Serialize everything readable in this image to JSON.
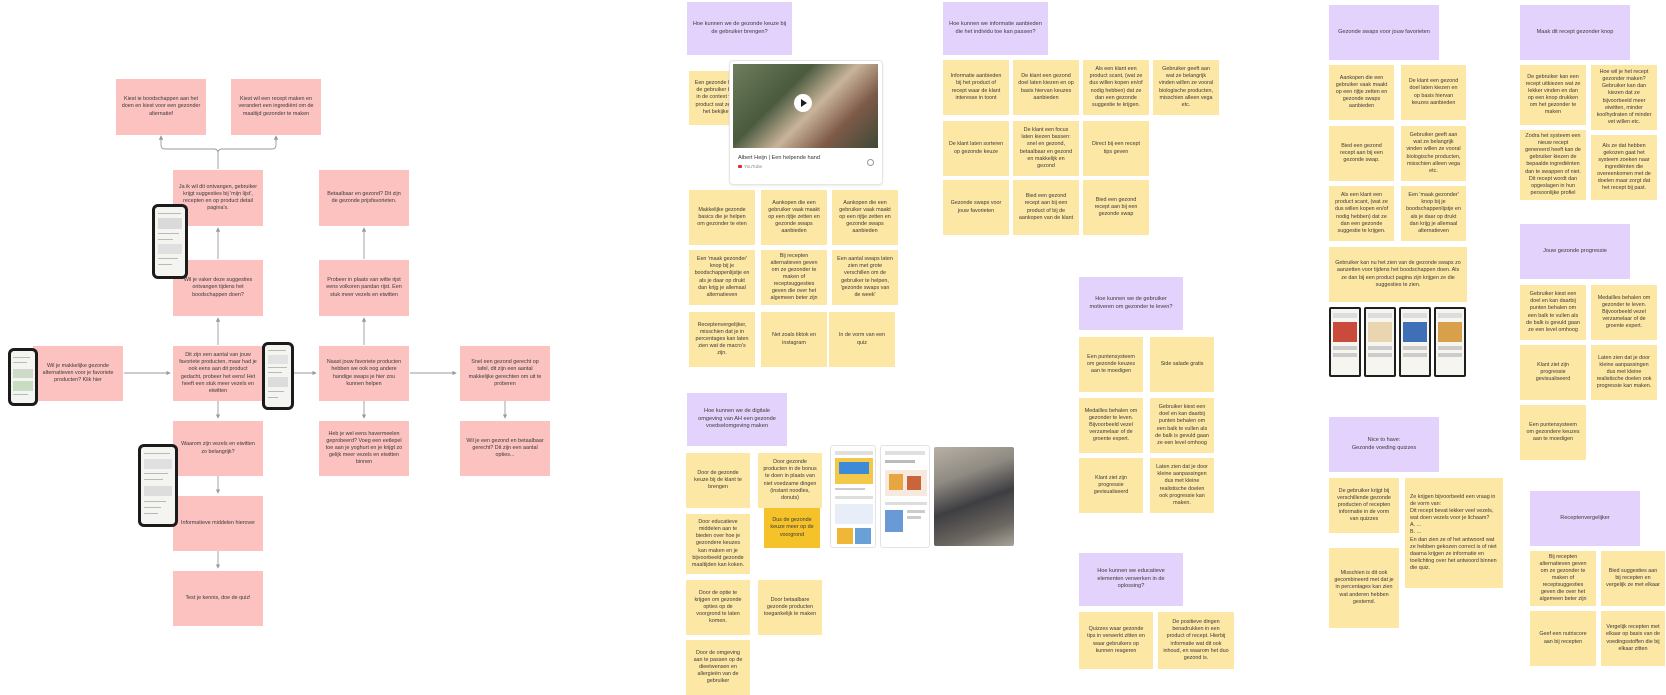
{
  "colors": {
    "pink": "#fbc2c0",
    "yellow": "#fde7a4",
    "purple": "#e3d2fb",
    "gold": "#f6c22a",
    "connector": "#9a9a9a"
  },
  "flow": {
    "top_left": "Kiest ie boodschappen aan het doen en kiest voor een gezonder alternatief",
    "top_right": "Kiest wil een recept maken en verandert een ingrediënt om de maaltijd gezonder te maken",
    "upper_mid": "Ja ik wil dit ontvangen, gebruiker krijgt suggesties bij 'mijn lijst', recepten en op product detail pagina's.",
    "mid_a": "Wil je vaker deze suggesties ontvangen tijdens het boodschappen doen?",
    "start": "Wil je makkelijke gezonde alternatieven voor je favoriete producten? Klik hier",
    "center": "Dit zijn een aantal van jouw favoriete producten, maar had je ook eens aan dit product gedacht, probeer het eens! Het heeft een stuk meer vezels en eiwitten",
    "why": "Waarom zijn vezels en eiwitten zo belangrijk?",
    "info": "Informatieve middelen hierover",
    "quiz": "Test je kennis, doe de quiz!",
    "right_top": "Betaalbaar en gezond? Dit zijn de gezonde prijsfavorieten.",
    "right_a": "Probeer in plaats van witte rijst eens volkoren pandan rijst. Een stuk meer vezels en eiwitten",
    "right_b": "Naast jouw favoriete producten hebben we ook nog andere handige swaps je hier zou kunnen helpen",
    "right_c": "Heb je wel eens havermeelen geprobeerd? Voeg een eetlepel toe aan je yoghurt en je krijgt zo gelijk meer vezels en eiwitten binnen",
    "far_right": "Snel een gezond gerecht op tafel, dit zijn een aantal makkelijke gerechten om uit te proberen",
    "far_right_b": "Wil je een gezond en betaalbaar gerecht? Dit zijn een aantal opties..."
  },
  "col1": {
    "header": "Hoe kunnen we de gezonde keuze bij de gebruiker brengen?",
    "intro": "Een gezonde keuze bij de gebruiker brengen in de context van een product wat ze nu aan het bekijken zijn",
    "video": {
      "title": "Albert Heijn | Een helpende hand",
      "source": "YouTube"
    },
    "notes": [
      "Makkelijke gezonde basics die je helpen om gezonder te eten",
      "Aankopen die een gebruiker vaak maakt op een rijtje zetten en gezonde swaps aanbieden",
      "Aankopen die een gebruiker vaak maakt op een rijtje zetten en gezonde swaps aanbieden",
      "Een 'maak gezonder' knop bij je boodschappenlijstje en als je daar op drukt dan krijg je allemaal alternatieven",
      "Bij recepten alternatieven geven om ze gezonder te maken of receptsuggesties geven die over het algemeen beter zijn",
      "Een aantal swaps laten zien met grote verschillen om de gebruiker te helpen, 'gezonde swaps van de week'",
      "Receptenvergelijker, misschien dat je in percentages kan laten zien wat de macro's zijn.",
      "Net zoals tiktok en instagram",
      "In de vorm van een quiz"
    ],
    "header2": "Hoe kunnen we de digitale omgeving van AH een gezonde voedselomgeving maken",
    "notes2": [
      "Door de gezonde keuze bij de klant te brengen",
      "Door gezonde producten in de bonus te doen in plaats van niet voedzame dingen (instant noodles, donuts)",
      "Door educatieve middelen aan te bieden over hoe je gezondere keuzes kan maken en je bijvoorbeeld gezonde maaltijden kan koken.",
      "Dus de gezonde keuze meer op de voorgrond",
      "Door de optie te krijgen om gezonde opties op de voorgrond te laten komen.",
      "Door betaalbare gezonde producten toegankelijk te maken",
      "Door de omgeving aan te passen op de dieetwensen en allergieën van de gebruiker"
    ]
  },
  "col2": {
    "header": "Hoe kunnen we informatie aanbieden die het individu toe kan passen?",
    "notes": [
      "Informatie aanbieden bij het product of recept waar de klant interesse in toont",
      "De klant een gezond doel laten kiezen en op basis hiervan keuzes aanbieden",
      "Als een klant een product scant, (wat ze dus willen kopen en/of nodig hebben) dat ze dan een gezonde suggestie te krijgen.",
      "Gebruiker geeft aan wat ze belangrijk vinden willen ze vooral biologische producten, misschien alleen vega etc.",
      "De klant laten sorteren op gezonde keuze",
      "De klant een focus laten kiezen bassen: snel en gezond, betaalbaar en gezond en makkelijk en gezond",
      "Direct bij een recept tips geven",
      "Gezonde swaps voor jouw favorieten",
      "Bied een gezond recept aan bij een product of bij de aankopen van de klant",
      "Bied een gezond recept aan bij een gezonde swap"
    ],
    "header2": "Hoe kunnen we de gebruiker motiveren om gezonder te leven?",
    "notes2": [
      "Een puntensysteem om gezonde keuzes aan te moedigen",
      "Side salade gratis",
      "Medailles behalen om gezonder te leven. Bijvoorbeeld vezel verzamelaar of de groente expert.",
      "Gebruiker kiest een doel en kan daarbij punten behalen om een balk te vullen als de balk is gevuld gaan ze een level omhoog",
      "Klant ziet zijn progressie gevisualiseerd",
      "Laten zien dat je door kleine aanpassingen dus met kleine realistische doelen ook progressie kan maken."
    ],
    "header3": "Hoe kunnen we educatieve elementen verwerken in de oplossing?",
    "notes3": [
      "Quizzes waar gezonde tips in verwerkt zitten en waar gebruikers op kunnen reageren",
      "De positieve dingen benadrukken in een product of recept. Hierbij informatie wat dit ook inhoud, en waarom het duo gezond is."
    ]
  },
  "col3": {
    "header": "Gezonde swaps voor jouw favorieten",
    "notes": [
      "Aankopen die een gebruiker vaak maakt op een rijtje zetten en gezonde swaps aanbieden",
      "De klant een gezond doel laten kiezen en op basis hiervan keuzes aanbieden",
      "Bied een gezond recept aan bij een gezonde swap.",
      "Gebruiker geeft aan wat ze belangrijk vinden willen ze vooral biologische producten, misschien alleen vega etc.",
      "Als een klant een product scant, (wat ze dus willen kopen en/of nodig hebben) dat ze dan een gezonde suggestie te krijgen.",
      "Een 'maak gezonder' knop bij je boodschappenlijstje en als je daar op drukt dan krijg je allemaal alternatieven"
    ],
    "wide": "Gebruiker kan nu het zien van de gezonde swaps zo aanzetten voor tijdens het boodschappen doen. Als ze dan bij een product pagina zijn krijgen ze die suggesties te zien.",
    "header2": "Nice to have:\nGezonde voeding quizzes",
    "notes2": [
      "De gebruiker krijgt bij verschillende gezonde producten of recepten informatie in de vorm van quizzes",
      "Ze krijgen bijvoorbeeld een vraag in de vorm van:\nDit recept bevat lekker veel vezels, wat doen vezels voor je lichaam?\nA. ...\nB. ...\nEn dan zien ze of het antwoord wat ze hebben gekozen correct is of niet daarna krijgen ze informatie en toelichting over het antwoord binnen die quiz.",
      "Misschien is dit ook gecombineerd met dat je in percentages kan zien wat anderen hebben gestemd."
    ]
  },
  "col4": {
    "header": "Maak dit recept gezonder knop",
    "notes": [
      "De gebruiker kan een recept uitkiezen wat ze lekker vinden en dan op een knop drukken om het gezonder te maken",
      "Hoe wil je het recept gezonder maken? Gebruiker kan dan kiezen dat ze bijvoorbeeld meer eiwitten, minder koolhydraten of minder vet willen etc.",
      "Zodra het systeem een nieuw recept genereerd heeft kan de gebruiker kiezen de bepaalde ingrediënten dan te swappen of niet. Dit recept wordt dan opgeslagen in hun persoonlijke profiel",
      "Als ze dat hebben gekozen gaat het systeem zoeken naar ingrediënten die overeenkomen met de doelen maar zorgt dat het recept bij past."
    ],
    "header2": "Jouw gezonde progressie",
    "notes2": [
      "Gebruiker kiest een doel en kan daarbij punten behalen om een balk te vullen als de balk is gevuld gaan ze een level omhoog",
      "Medailles behalen om gezonder te leven. Bijvoorbeeld vezel verzamelaar of de groente expert.",
      "Klant ziet zijn progressie gevisualiseerd",
      "Laten zien dat je door kleine aanpassingen dus met kleine realistische doelen ook progressie kan maken.",
      "Een puntensysteem om gezondere keuzes aan te moedigen"
    ],
    "header3": "Receptenvergelijker",
    "notes3": [
      "Bij recepten alternatieven geven om ze gezonder te maken of receptsuggesties geven die over het algemeen beter zijn",
      "Bied suggesties aan bij recepten en vergelijk ze met elkaar",
      "Geef een nutriscore aan bij recepten",
      "Vergelijk recepten met elkaar op basis van de voedingsstoffen die bij elkaar zitten"
    ]
  }
}
